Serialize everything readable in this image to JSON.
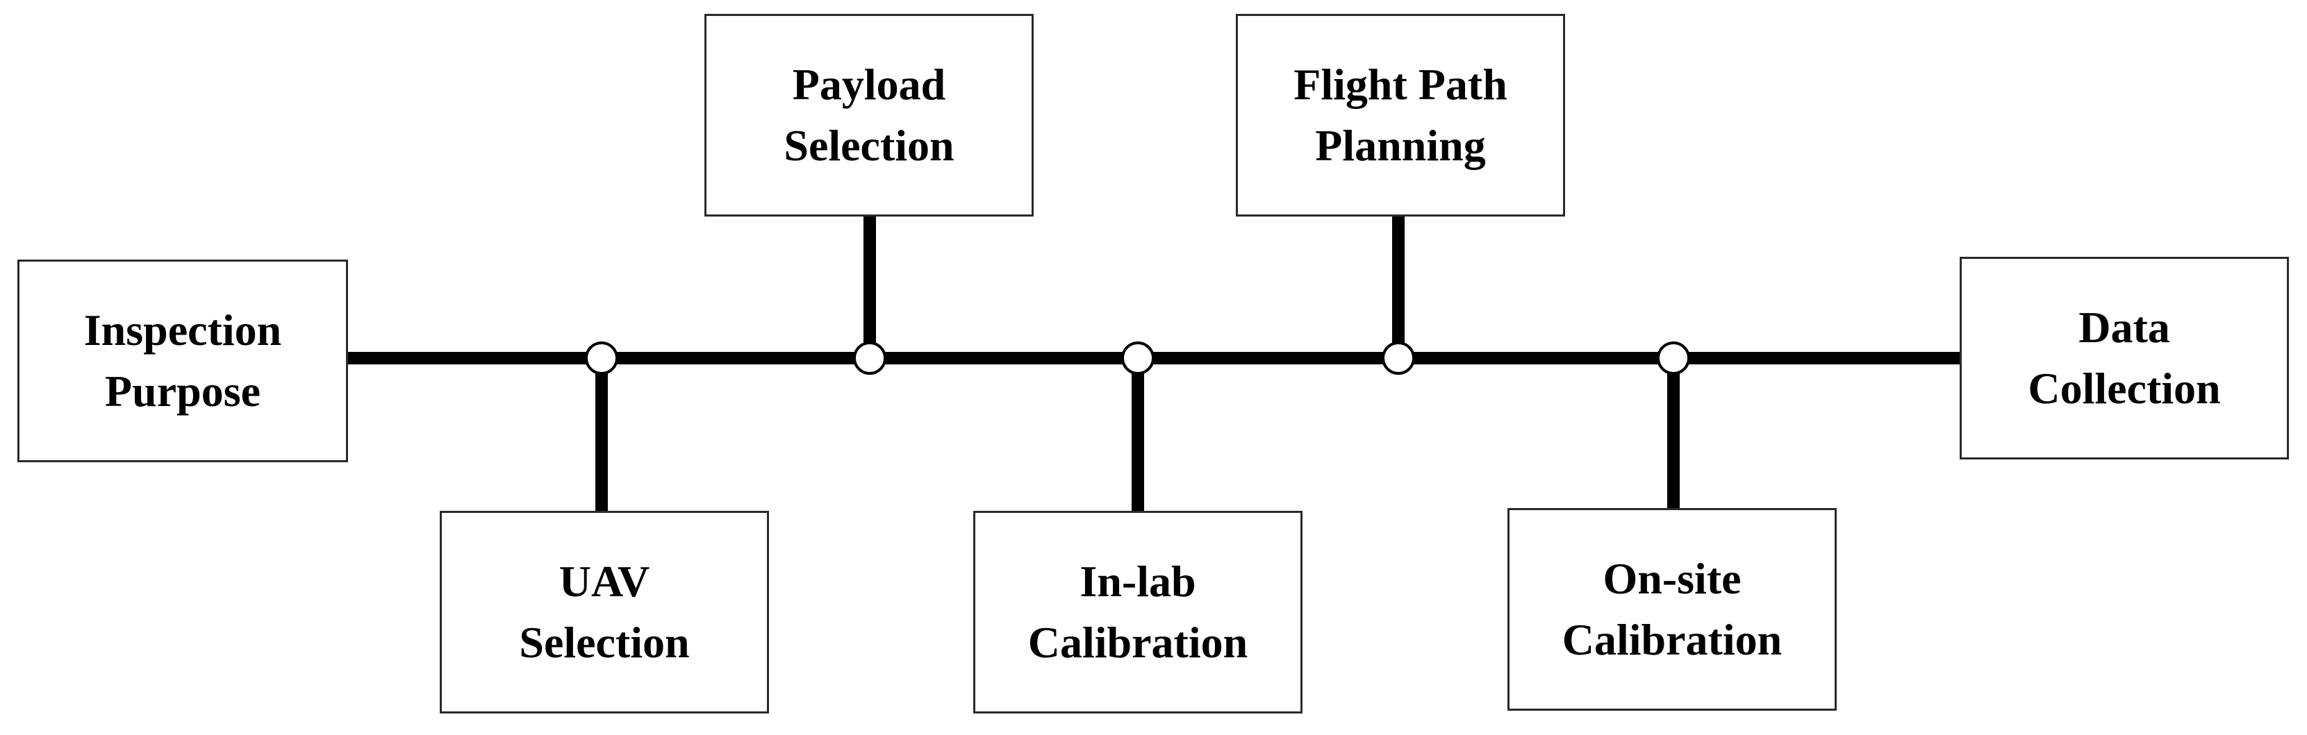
{
  "diagram": {
    "line_color": "#000000",
    "node_fill": "#ffffff",
    "steps": {
      "inspection_purpose": "Inspection\nPurpose",
      "payload_selection": "Payload\nSelection",
      "flight_path_planning": "Flight Path\nPlanning",
      "data_collection": "Data\nCollection",
      "uav_selection": "UAV\nSelection",
      "inlab_calibration": "In-lab\nCalibration",
      "onsite_calibration": "On-site\nCalibration"
    }
  }
}
